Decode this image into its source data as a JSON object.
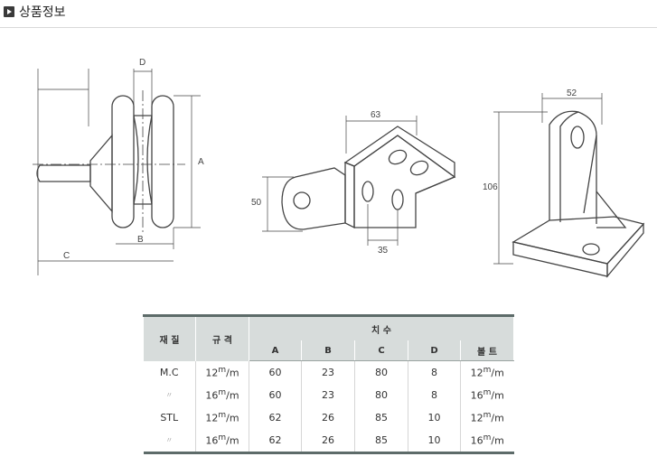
{
  "page": {
    "title": "상품정보"
  },
  "drawing_labels": {
    "fig1": {
      "d": "D",
      "a": "A",
      "b": "B",
      "c": "C"
    },
    "fig2": {
      "width": "63",
      "height": "50",
      "bottom": "35"
    },
    "fig3": {
      "width": "52",
      "height": "106"
    }
  },
  "table": {
    "header": {
      "material": "재 질",
      "spec": "규 격",
      "dimensions": "치   수",
      "cols": [
        "A",
        "B",
        "C",
        "D",
        "볼 트"
      ]
    },
    "rows": [
      {
        "material": "M.C",
        "spec_n": "12",
        "spec_sup": "m",
        "spec_tail": "/m",
        "a": "60",
        "b": "23",
        "c": "80",
        "d": "8",
        "bolt_n": "12",
        "bolt_sup": "m",
        "bolt_tail": "/m"
      },
      {
        "material": "〃",
        "spec_n": "16",
        "spec_sup": "m",
        "spec_tail": "/m",
        "a": "60",
        "b": "23",
        "c": "80",
        "d": "8",
        "bolt_n": "16",
        "bolt_sup": "m",
        "bolt_tail": "/m"
      },
      {
        "material": "STL",
        "spec_n": "12",
        "spec_sup": "m",
        "spec_tail": "/m",
        "a": "62",
        "b": "26",
        "c": "85",
        "d": "10",
        "bolt_n": "12",
        "bolt_sup": "m",
        "bolt_tail": "/m"
      },
      {
        "material": "〃",
        "spec_n": "16",
        "spec_sup": "m",
        "spec_tail": "/m",
        "a": "62",
        "b": "26",
        "c": "85",
        "d": "10",
        "bolt_n": "16",
        "bolt_sup": "m",
        "bolt_tail": "/m"
      }
    ]
  }
}
